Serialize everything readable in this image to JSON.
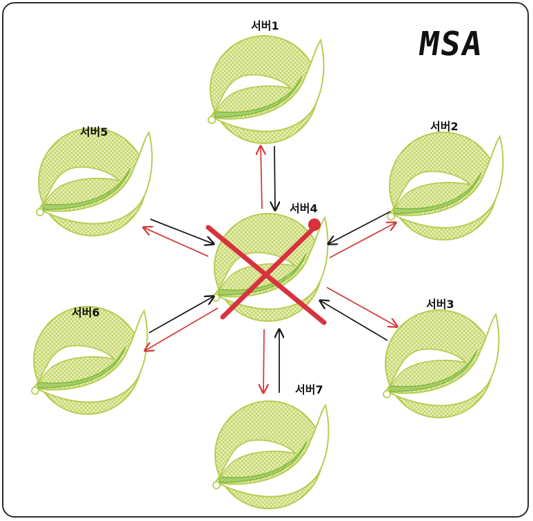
{
  "title": "MSA",
  "servers": [
    {
      "id": "server1",
      "label": "서버1"
    },
    {
      "id": "server2",
      "label": "서버2"
    },
    {
      "id": "server3",
      "label": "서버3"
    },
    {
      "id": "server4",
      "label": "서버4",
      "failed": true
    },
    {
      "id": "server5",
      "label": "서버5"
    },
    {
      "id": "server6",
      "label": "서버6"
    },
    {
      "id": "server7",
      "label": "서버7"
    }
  ],
  "colors": {
    "leaf_fill": "#d6e58a",
    "leaf_stroke": "#b7cc52",
    "stem_green": "#7fb83a",
    "arrow_black": "#1a1a1a",
    "arrow_red": "#d23c3c",
    "cross_red": "#d8323f"
  },
  "icons": {
    "server_icon": "spring-leaf-icon",
    "failed_mark": "red-x-icon"
  }
}
